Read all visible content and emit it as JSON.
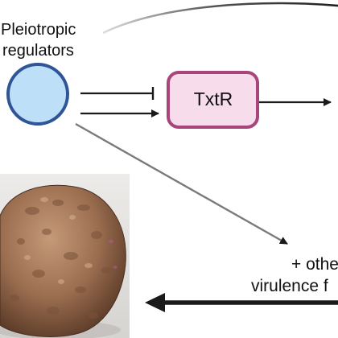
{
  "regulators": {
    "label_line1": "Pleiotropic",
    "label_line2": "regulators",
    "fill": "#bde0f8",
    "stroke": "#2f5596"
  },
  "txtr": {
    "label": "TxtR",
    "fill": "#f7dcec",
    "stroke": "#a8457a"
  },
  "other_factors": {
    "label_line1": "+ othe",
    "label_line2": "virulence f"
  },
  "edges": {
    "regulators_to_txtr_inhibit": "inhibition",
    "regulators_to_txtr_activate": "activation",
    "regulators_to_other_factors": "activation",
    "regulators_to_offscreen": "activation",
    "txtr_to_offscreen": "activation",
    "factors_to_potato": "activation"
  },
  "image": {
    "subject": "potato-tuber-with-scab-lesions"
  }
}
